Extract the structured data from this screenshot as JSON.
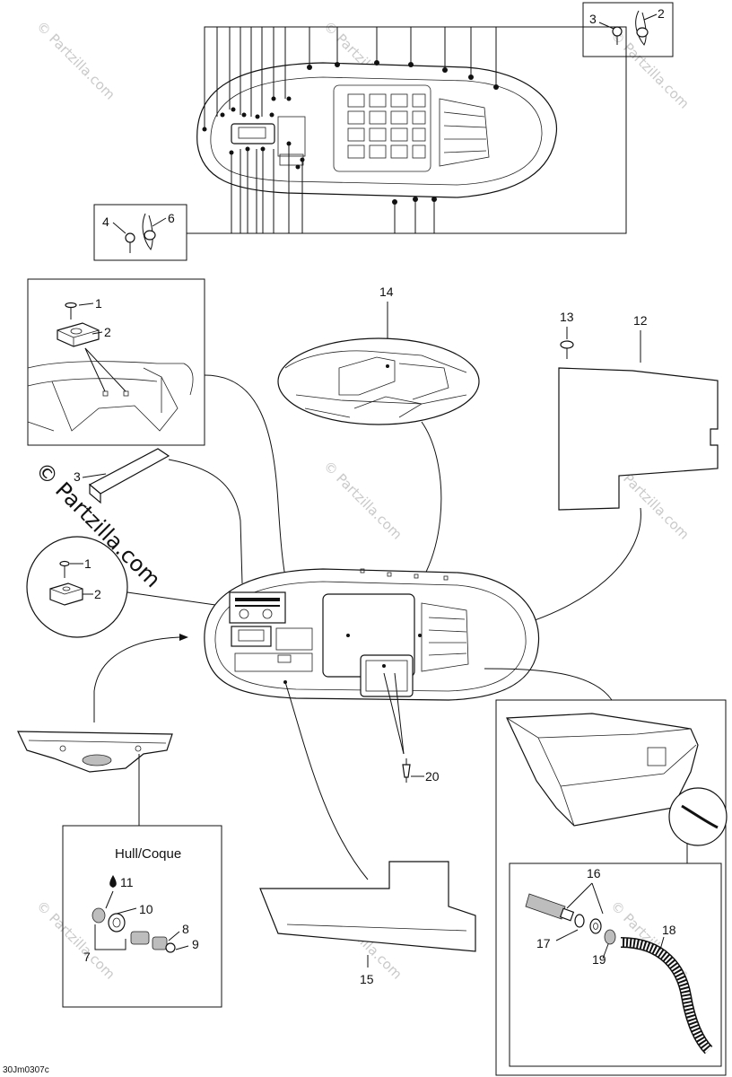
{
  "callouts": {
    "top_2": "2",
    "top_3": "3",
    "top_4": "4",
    "top_6": "6",
    "ins_1": "1",
    "ins_2": "2",
    "strip_3": "3",
    "circ_1": "1",
    "circ_2": "2",
    "n14": "14",
    "n13": "13",
    "n12": "12",
    "n20": "20",
    "n15": "15",
    "n11": "11",
    "n10": "10",
    "n8": "8",
    "n9": "9",
    "n7": "7",
    "n16": "16",
    "n17": "17",
    "n18": "18",
    "n19": "19"
  },
  "hull_label": "Hull/Coque",
  "watermark": "© Partzilla.com",
  "diagram_code": "30Jm0307c",
  "colors": {
    "line": "#111111",
    "watermark": "#c9c9c9",
    "background": "#ffffff"
  }
}
